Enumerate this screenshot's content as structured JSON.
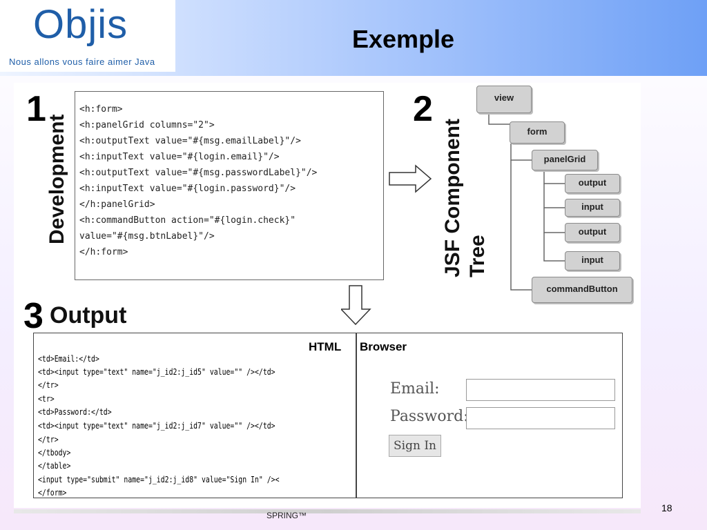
{
  "header": {
    "logo_name": "Objis",
    "logo_tagline": "Nous allons vous faire aimer Java",
    "title": "Exemple"
  },
  "sections": {
    "dev_number": "1",
    "dev_label": "Development",
    "tree_number": "2",
    "tree_label_line1": "JSF Component",
    "tree_label_line2": "Tree",
    "out_number": "3",
    "out_label": "Output"
  },
  "code_lines": [
    "<h:form>",
    "  <h:panelGrid columns=\"2\">",
    "    <h:outputText value=\"#{msg.emailLabel}\"/>",
    "    <h:inputText value=\"#{login.email}\"/>",
    "    <h:outputText value=\"#{msg.passwordLabel}\"/>",
    "    <h:inputText value=\"#{login.password}\"/>",
    "  </h:panelGrid>",
    "  <h:commandButton action=\"#{login.check}\"",
    "                   value=\"#{msg.btnLabel}\"/>",
    "</h:form>"
  ],
  "tree_nodes": [
    "view",
    "form",
    "panelGrid",
    "output",
    "input",
    "output",
    "input",
    "commandButton"
  ],
  "output": {
    "html_heading": "HTML",
    "browser_heading": "Browser",
    "html_lines": [
      "<td>Email:</td>",
      "<td><input type=\"text\" name=\"j_id2:j_id5\" value=\"\" /></td>",
      "</tr>",
      "<tr>",
      "<td>Password:</td>",
      "<td><input type=\"text\" name=\"j_id2:j_id7\" value=\"\" /></td>",
      "</tr>",
      "</tbody>",
      "</table>",
      "<input type=\"submit\" name=\"j_id2:j_id8\" value=\"Sign In\" /><",
      "</form>"
    ],
    "email_label": "Email:",
    "password_label": "Password:",
    "email_value": "",
    "password_value": "",
    "signin_label": "Sign In"
  },
  "footer": {
    "page_number": "18",
    "text": "SPRING™"
  },
  "colors": {
    "brand_blue": "#1f5ea8",
    "header_gradient_end": "#6ea0f6",
    "tree_node_fill": "#d2d2d2"
  }
}
